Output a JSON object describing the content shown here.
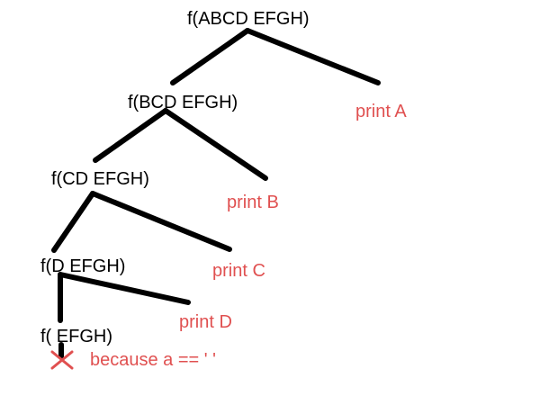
{
  "colors": {
    "tree": "#000000",
    "annotation": "#e05050"
  },
  "nodes": {
    "n1": "f(ABCD EFGH)",
    "n2": "f(BCD EFGH)",
    "n3": "f(CD EFGH)",
    "n4": "f(D EFGH)",
    "n5": "f( EFGH)"
  },
  "prints": {
    "p1": "print A",
    "p2": "print B",
    "p3": "print C",
    "p4": "print D"
  },
  "termination": {
    "icon": "x-mark-icon",
    "note": "because a == ' '"
  }
}
